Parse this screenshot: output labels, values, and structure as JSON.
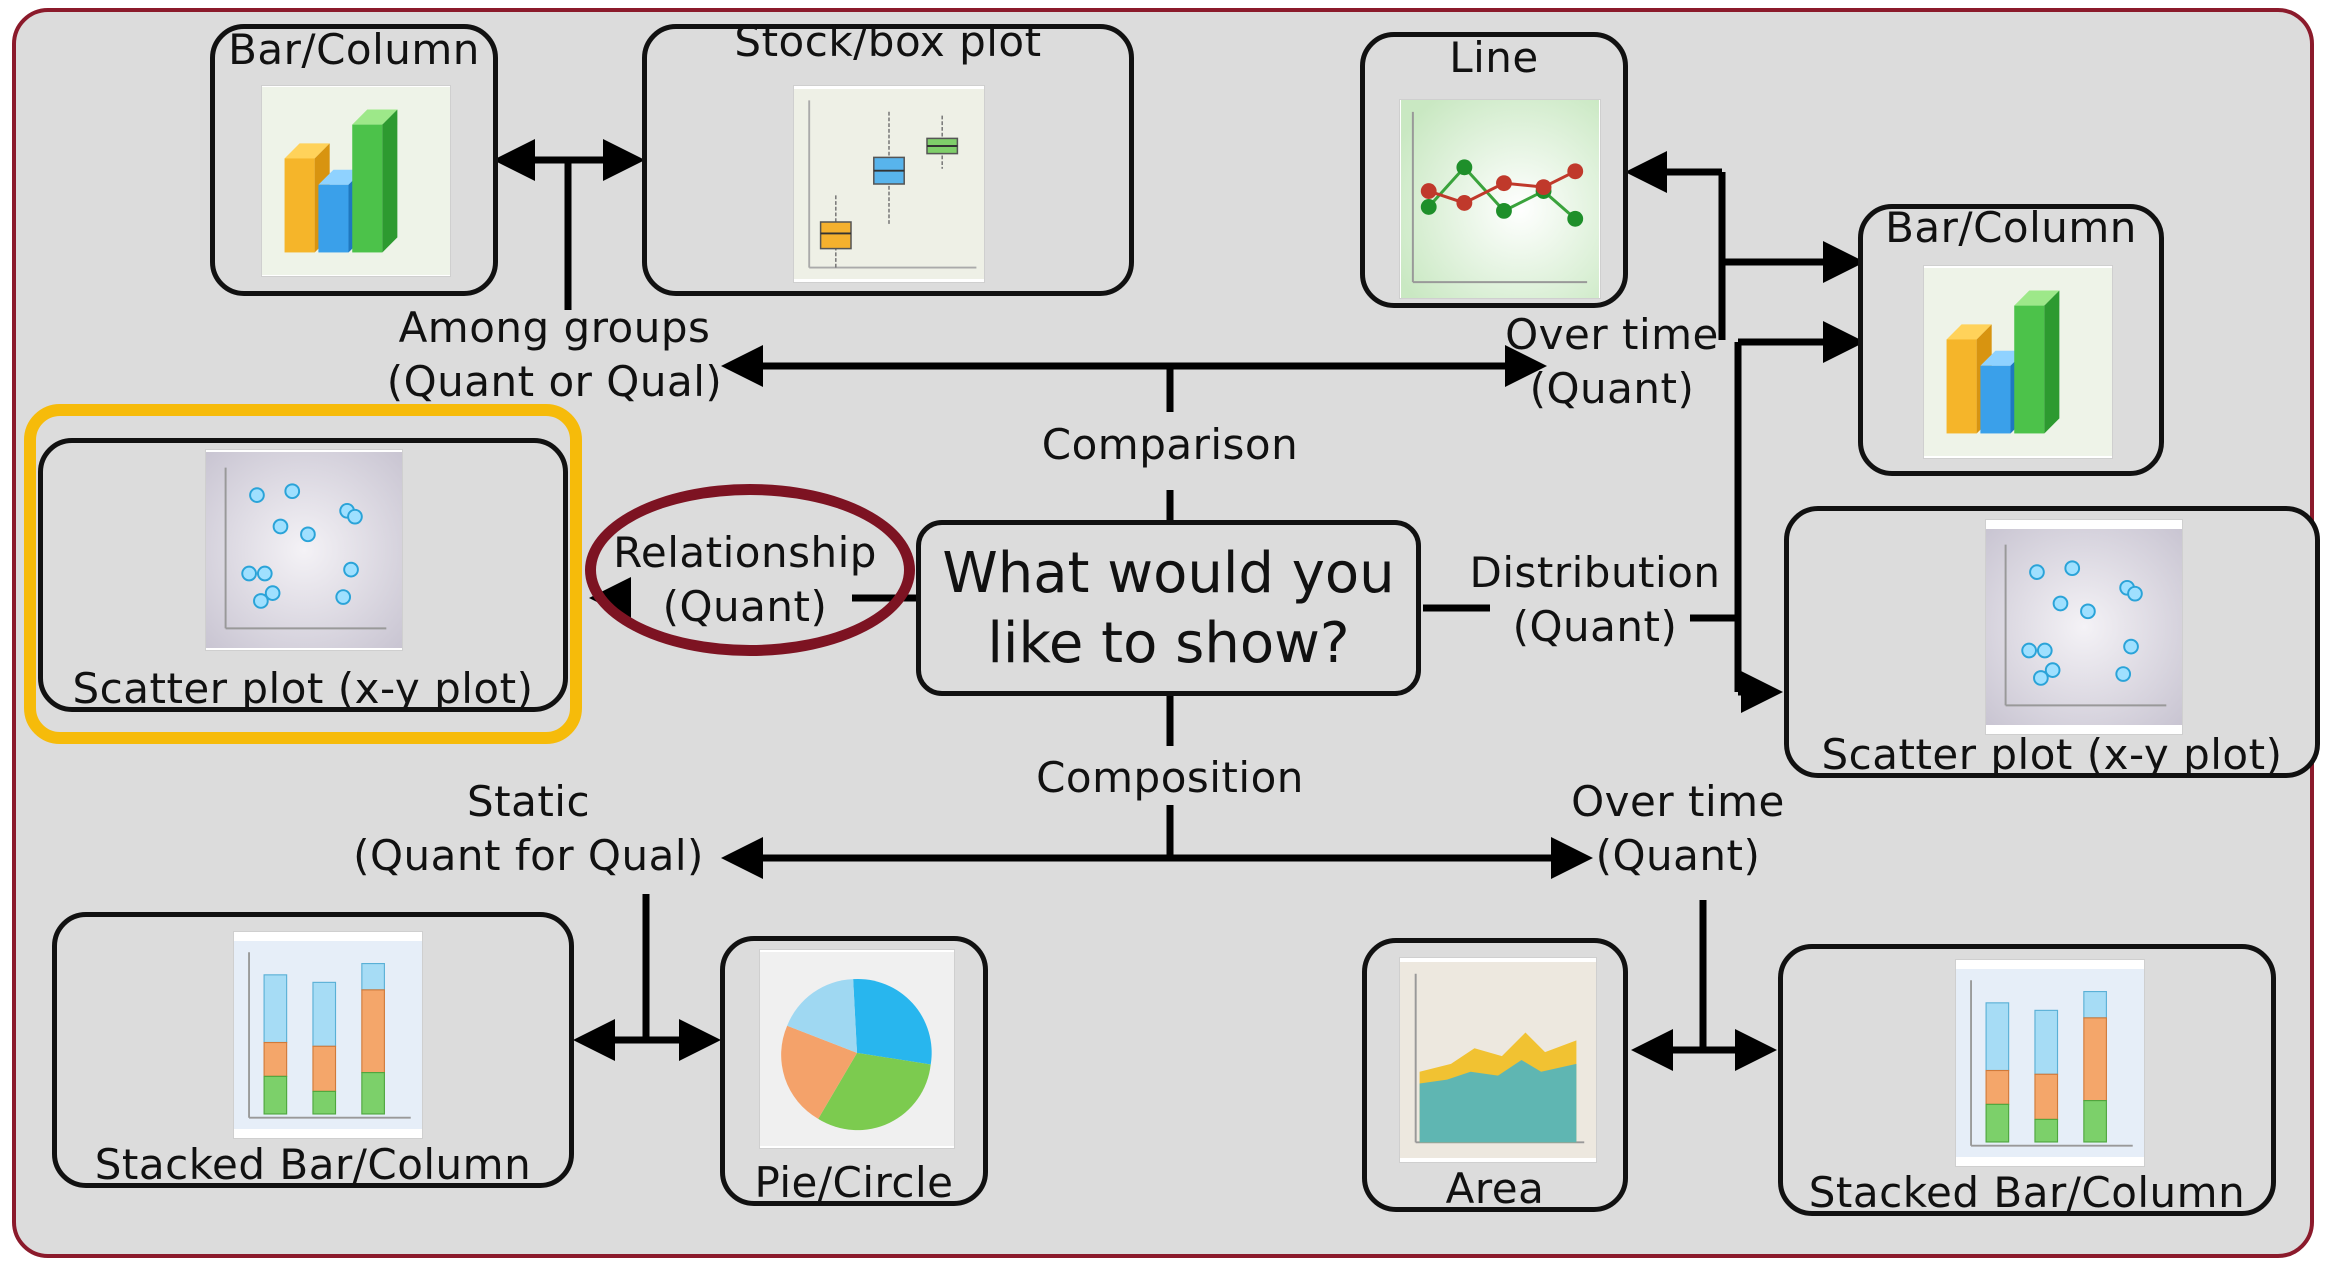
{
  "center": {
    "line1": "What would you",
    "line2": "like to show?"
  },
  "categories": {
    "comparison": "Comparison",
    "relationship": {
      "line1": "Relationship",
      "line2": "(Quant)"
    },
    "distribution": {
      "line1": "Distribution",
      "line2": "(Quant)"
    },
    "composition": "Composition"
  },
  "sub": {
    "among_groups": {
      "line1": "Among groups",
      "line2": "(Quant or Qual)"
    },
    "over_time_comparison": {
      "line1": "Over time",
      "line2": "(Quant)"
    },
    "static": {
      "line1": "Static",
      "line2": "(Quant for Qual)"
    },
    "over_time_composition": {
      "line1": "Over time",
      "line2": "(Quant)"
    }
  },
  "charts": {
    "bar_column_tl": "Bar/Column",
    "stock_box": "Stock/box plot",
    "line": "Line",
    "bar_column_r": "Bar/Column",
    "scatter_left": "Scatter plot (x-y plot)",
    "scatter_right": "Scatter plot (x-y plot)",
    "stacked_left": "Stacked Bar/Column",
    "pie": "Pie/Circle",
    "area": "Area",
    "stacked_right": "Stacked Bar/Column"
  },
  "icons": {
    "bar": "bar-chart-3d-icon",
    "box": "box-plot-icon",
    "line": "line-chart-icon",
    "scatter": "scatter-plot-icon",
    "stacked": "stacked-bar-icon",
    "pie": "pie-chart-icon",
    "area": "area-chart-icon"
  },
  "colors": {
    "background": "#dcdcdc",
    "frame_border": "#8b1a2b",
    "highlight_yellow": "#f6bb0a",
    "highlight_red": "#7d1322"
  }
}
